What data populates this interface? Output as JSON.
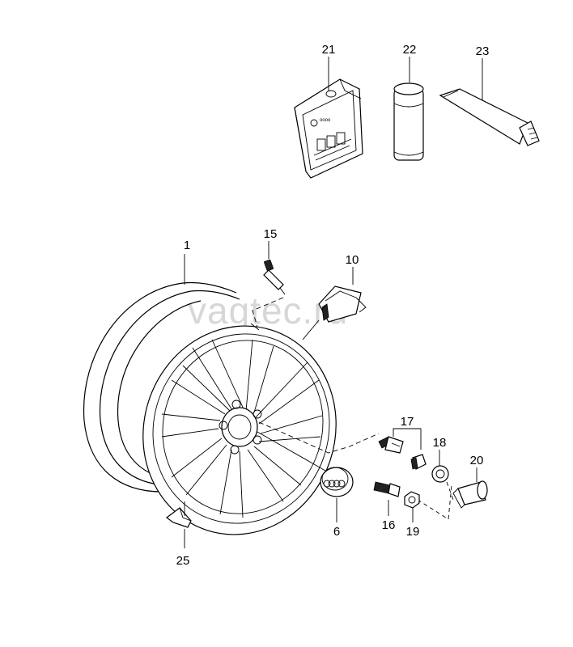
{
  "watermark": "vagtec.ru",
  "parts": [
    {
      "id": "1",
      "label": "1",
      "icon": "wheel-rim-icon"
    },
    {
      "id": "6",
      "label": "6",
      "icon": "hub-cap-icon"
    },
    {
      "id": "10",
      "label": "10",
      "icon": "tire-pressure-sensor-icon"
    },
    {
      "id": "15",
      "label": "15",
      "icon": "valve-stem-icon"
    },
    {
      "id": "16",
      "label": "16",
      "icon": "wheel-bolt-icon"
    },
    {
      "id": "17",
      "label": "17",
      "icon": "locking-bolt-icon"
    },
    {
      "id": "18",
      "label": "18",
      "icon": "bolt-cap-icon"
    },
    {
      "id": "19",
      "label": "19",
      "icon": "bolt-cap-icon"
    },
    {
      "id": "20",
      "label": "20",
      "icon": "removal-tool-icon"
    },
    {
      "id": "21",
      "label": "21",
      "icon": "cap-kit-package-icon"
    },
    {
      "id": "22",
      "label": "22",
      "icon": "spray-can-icon"
    },
    {
      "id": "23",
      "label": "23",
      "icon": "paste-tube-icon"
    },
    {
      "id": "25",
      "label": "25",
      "icon": "balance-weight-icon"
    }
  ]
}
